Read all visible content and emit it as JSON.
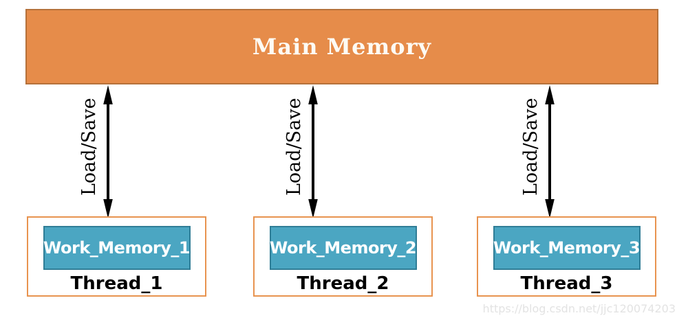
{
  "diagram": {
    "main_memory": {
      "label": "Main Memory"
    },
    "arrows": [
      {
        "label": "Load/Save"
      },
      {
        "label": "Load/Save"
      },
      {
        "label": "Load/Save"
      }
    ],
    "threads": [
      {
        "work_label": "Work_Memory_1",
        "thread_label": "Thread_1"
      },
      {
        "work_label": "Work_Memory_2",
        "thread_label": "Thread_2"
      },
      {
        "work_label": "Work_Memory_3",
        "thread_label": "Thread_3"
      }
    ],
    "watermark": "https://blog.csdn.net/jjc120074203"
  },
  "colors": {
    "main_memory_fill": "#E68C4A",
    "main_memory_border": "#B5713A",
    "main_memory_text": "#FDFBF4",
    "thread_box_border": "#E8934F",
    "work_memory_fill": "#4BA6C2",
    "work_memory_border": "#2F7D96",
    "arrow_color": "#000000",
    "label_color": "#000000",
    "watermark_color": "#E3E3E3",
    "background": "#FFFFFF"
  }
}
